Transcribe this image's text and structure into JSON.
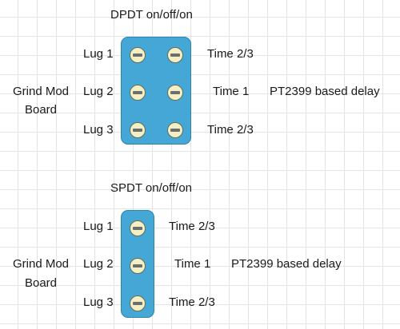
{
  "diagrams": [
    {
      "title": "DPDT on/off/on",
      "board_label_line1": "Grind Mod",
      "board_label_line2": "Board",
      "lug_labels": [
        "Lug 1",
        "Lug 2",
        "Lug 3"
      ],
      "time_labels": [
        "Time 2/3",
        "Time 1",
        "Time 2/3"
      ],
      "delay_label": "PT2399 based delay"
    },
    {
      "title": "SPDT on/off/on",
      "board_label_line1": "Grind Mod",
      "board_label_line2": "Board",
      "lug_labels": [
        "Lug 1",
        "Lug 2",
        "Lug 3"
      ],
      "time_labels": [
        "Time 2/3",
        "Time 1",
        "Time 2/3"
      ],
      "delay_label": "PT2399 based delay"
    }
  ],
  "colors": {
    "switch_body": "#45a7d6",
    "lug_fill": "#f4f0c6",
    "grid_line": "#e4e4e4"
  }
}
